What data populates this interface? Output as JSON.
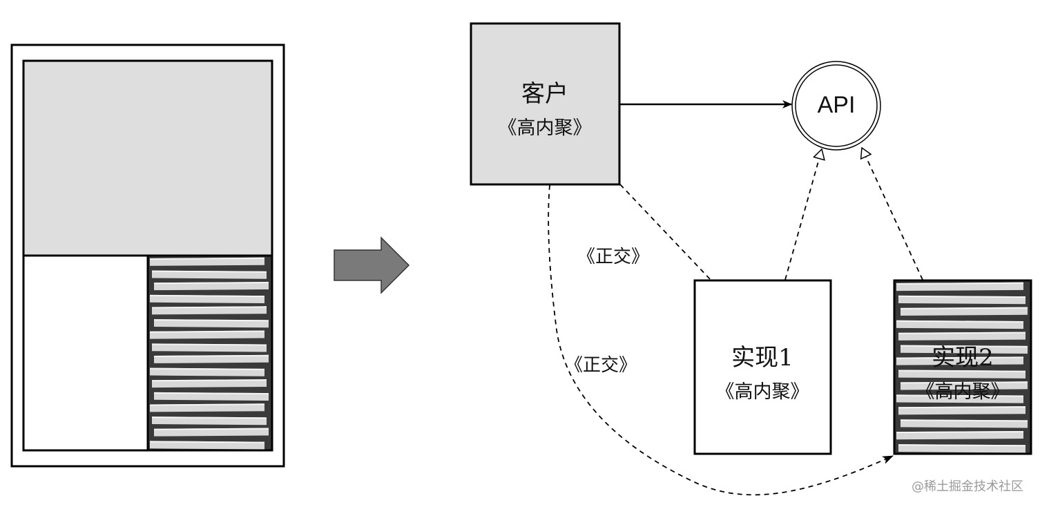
{
  "nodes": {
    "client": {
      "title": "客户",
      "stereotype": "《高内聚》"
    },
    "api": {
      "label": "API"
    },
    "impl1": {
      "title": "实现1",
      "stereotype": "《高内聚》"
    },
    "impl2": {
      "title": "实现2",
      "stereotype": "《高内聚》"
    }
  },
  "edges": {
    "orthogonal_upper": "《正交》",
    "orthogonal_lower": "《正交》"
  },
  "watermark": "@稀土掘金技术社区",
  "colors": {
    "box_fill": "#dedede",
    "stroke": "#000000",
    "arrow_fill": "#7a7a7a",
    "stripe_dark": "#3a3a3a",
    "stripe_light": "#d8d8d8"
  }
}
